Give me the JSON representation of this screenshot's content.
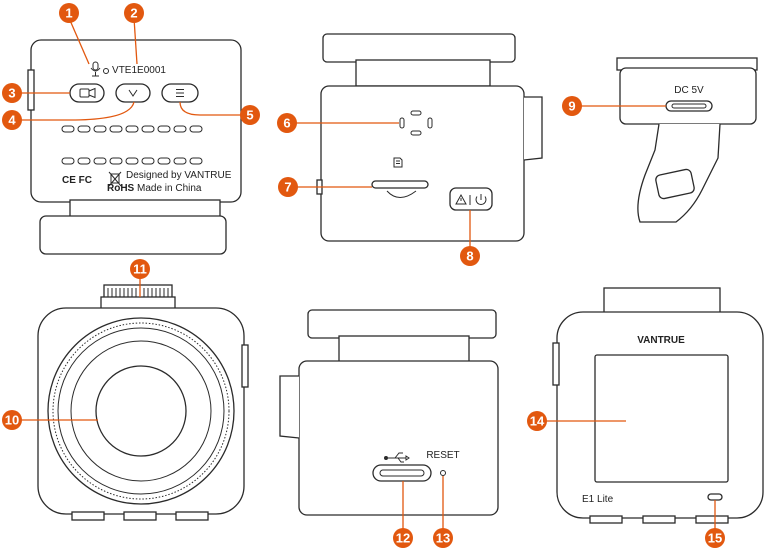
{
  "colors": {
    "callout": "#e2580f",
    "outline": "#2b2b2b"
  },
  "callouts": [
    "1",
    "2",
    "3",
    "4",
    "5",
    "6",
    "7",
    "8",
    "9",
    "10",
    "11",
    "12",
    "13",
    "14",
    "15"
  ],
  "labels": {
    "model_code": "VTE1E0001",
    "designed_by": "Designed by VANTRUE",
    "made_in": "Made in China",
    "rohs": "RoHS",
    "ce_fc": "CE FC",
    "dc_label": "DC 5V",
    "reset_label": "RESET",
    "brand": "VANTRUE",
    "model_name": "E1 Lite"
  },
  "icons": {
    "mic": "microphone-icon",
    "video": "video-camera-icon",
    "down": "chevron-down-icon",
    "menu": "menu-icon",
    "sd": "sd-card-icon",
    "power": "power-icon",
    "usb": "usb-icon",
    "weee": "crossed-bin-icon"
  }
}
